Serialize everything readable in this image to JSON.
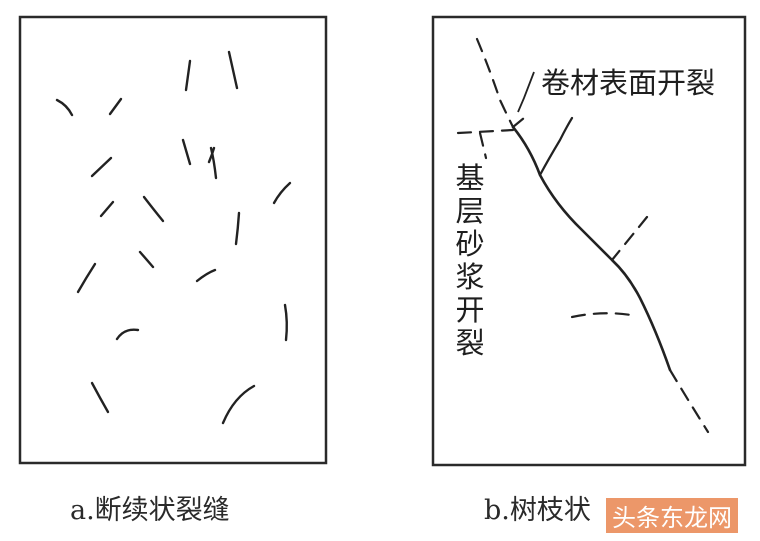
{
  "panel_a": {
    "caption": "a.断续状裂缝"
  },
  "panel_b": {
    "caption": "b.树枝状",
    "label_surface": "卷材表面开裂",
    "label_base": "基层砂浆开裂"
  },
  "watermark": {
    "text": "头条东龙网"
  }
}
